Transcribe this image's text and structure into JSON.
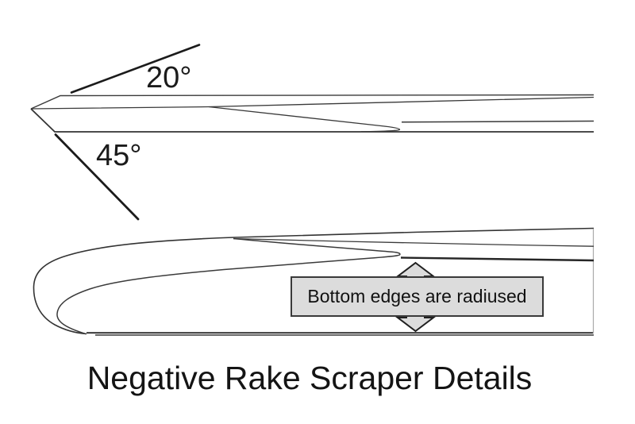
{
  "diagram": {
    "title": "Negative Rake Scraper Details",
    "top_angle_label": "20°",
    "bottom_angle_label": "45°",
    "callout_text": "Bottom edges are radiused",
    "colors": {
      "background": "#ffffff",
      "line": "#3a3a3a",
      "emphasis_line": "#1b1b1b",
      "callout_fill": "#dcdcdc",
      "callout_border": "#3a3a3a",
      "arrow_fill": "#dcdcdc",
      "arrow_outline": "#1f1f1f",
      "text": "#111111"
    }
  }
}
